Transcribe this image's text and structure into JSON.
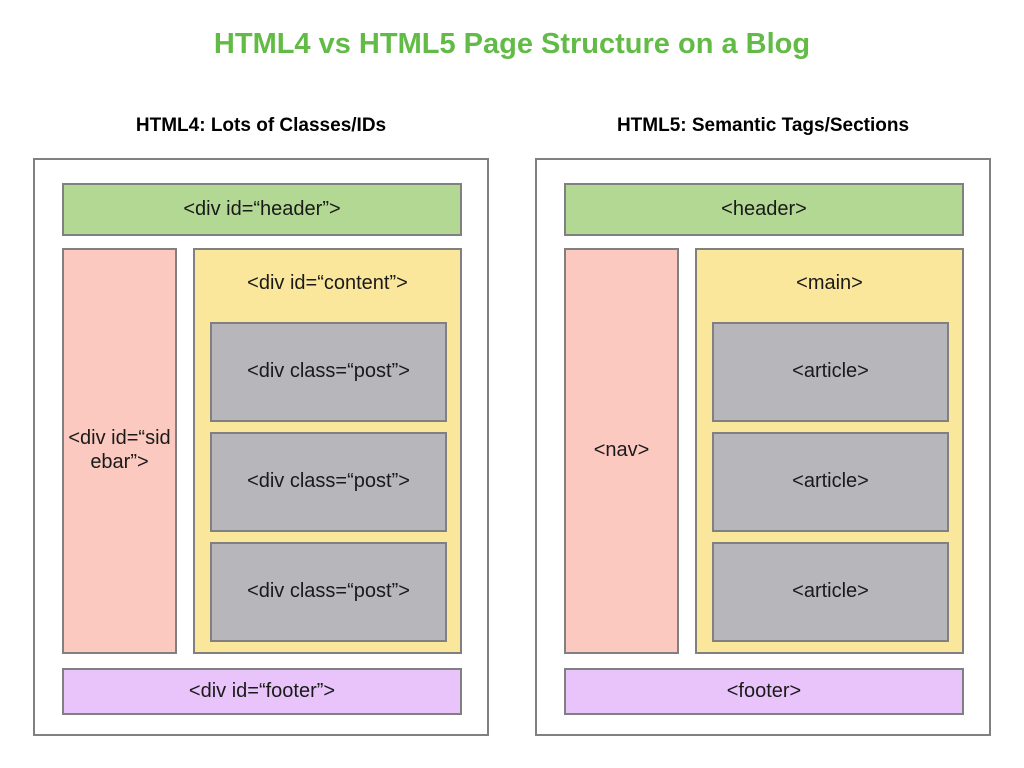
{
  "title": "HTML4 vs HTML5 Page Structure on a Blog",
  "colors": {
    "title": "#62bb46",
    "header_block": "#b2d894",
    "sidebar_block": "#fcc9c1",
    "content_block": "#fbe79b",
    "post_block": "#b6b6bb",
    "footer_block": "#e8c4fa",
    "border": "#808080",
    "text": "#1a1a1a",
    "background": "#ffffff"
  },
  "columns": [
    {
      "heading": "HTML4: Lots of Classes/IDs",
      "header": "<div id=“header”>",
      "sidebar": "<div id=“sidebar”>",
      "content": "<div id=“content”>",
      "items": [
        "<div class=“post”>",
        "<div class=“post”>",
        "<div class=“post”>"
      ],
      "footer": "<div id=“footer”>"
    },
    {
      "heading": "HTML5: Semantic Tags/Sections",
      "header": "<header>",
      "sidebar": "<nav>",
      "content": "<main>",
      "items": [
        "<article>",
        "<article>",
        "<article>"
      ],
      "footer": "<footer>"
    }
  ]
}
